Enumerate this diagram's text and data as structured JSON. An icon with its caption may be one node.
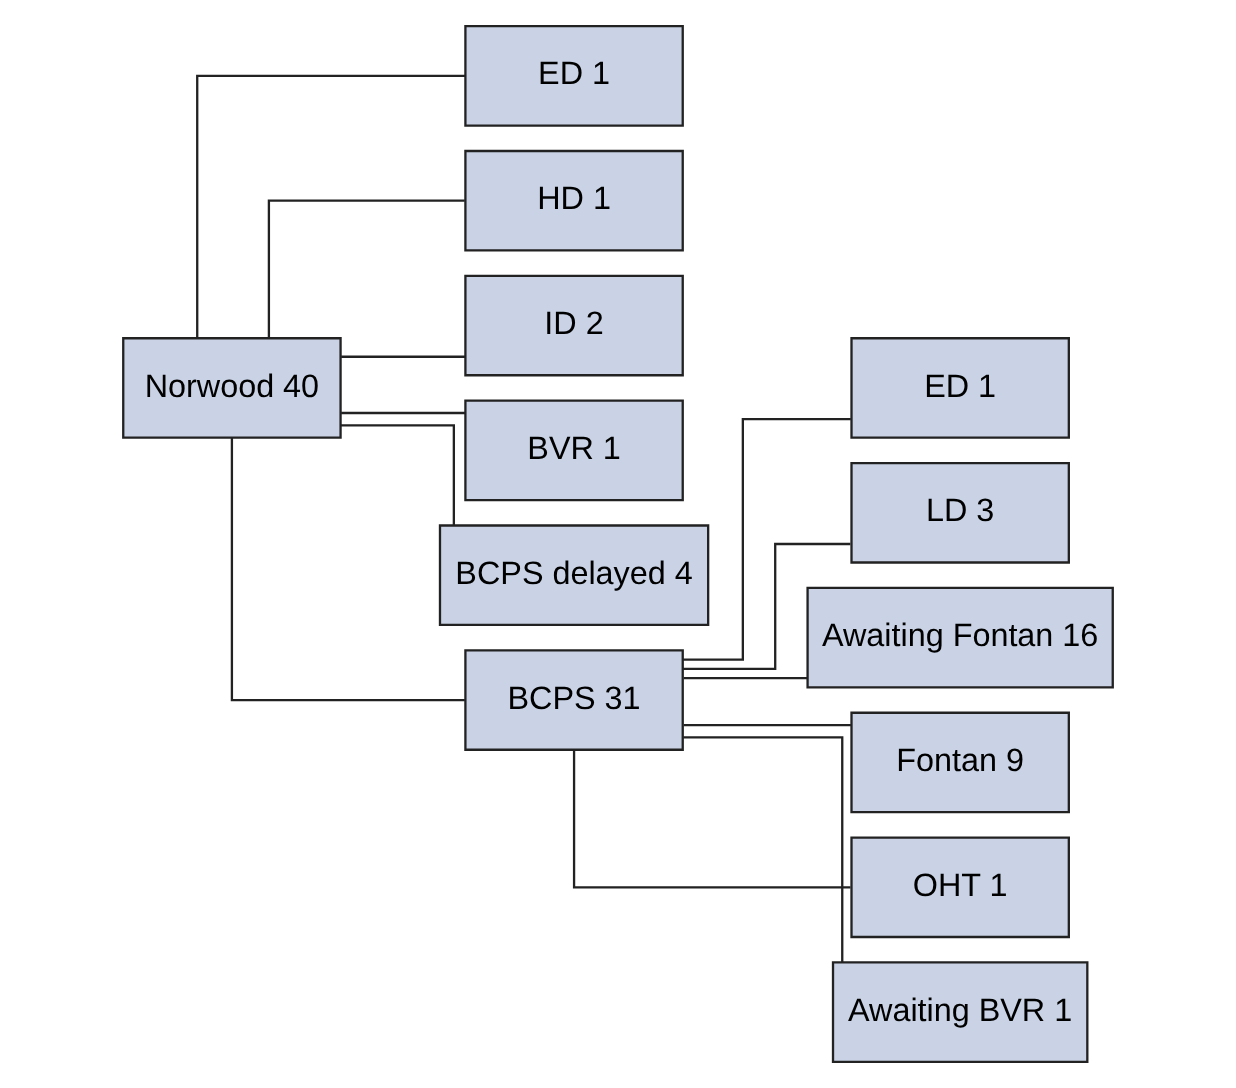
{
  "diagram": {
    "nodes": [
      {
        "text": [
          "Norwood 40"
        ]
      },
      {
        "text": [
          "ED 1"
        ]
      },
      {
        "text": [
          "HD 1"
        ]
      },
      {
        "text": [
          "ID 2"
        ]
      },
      {
        "text": [
          "BVR 1"
        ]
      },
      {
        "text": [
          "BCPS delayed 4"
        ]
      },
      {
        "text": [
          "BCPS 31"
        ]
      },
      {
        "text": [
          "ED 1"
        ]
      },
      {
        "text": [
          "LD 3"
        ]
      },
      {
        "text": [
          "Awaiting Fontan 16"
        ]
      },
      {
        "text": [
          "Fontan 9"
        ]
      },
      {
        "text": [
          "OHT 1"
        ]
      },
      {
        "text": [
          "Awaiting BVR 1"
        ]
      }
    ],
    "edges": [
      {
        "from": 0,
        "to": 1,
        "arrow": "none"
      },
      {
        "from": 0,
        "to": 2,
        "arrow": "none"
      },
      {
        "from": 0,
        "to": 3,
        "arrow": "none"
      },
      {
        "from": 0,
        "to": 4,
        "arrow": "none"
      },
      {
        "from": 0,
        "to": 5,
        "arrow": "none"
      },
      {
        "from": 0,
        "to": 6,
        "arrow": "none"
      },
      {
        "from": 6,
        "to": 7,
        "arrow": "none"
      },
      {
        "from": 6,
        "to": 8,
        "arrow": "none"
      },
      {
        "from": 6,
        "to": 9,
        "arrow": "none"
      },
      {
        "from": 6,
        "to": 10,
        "arrow": "none"
      },
      {
        "from": 6,
        "to": 11,
        "arrow": "none"
      },
      {
        "from": 6,
        "to": 12,
        "arrow": "none"
      }
    ]
  }
}
